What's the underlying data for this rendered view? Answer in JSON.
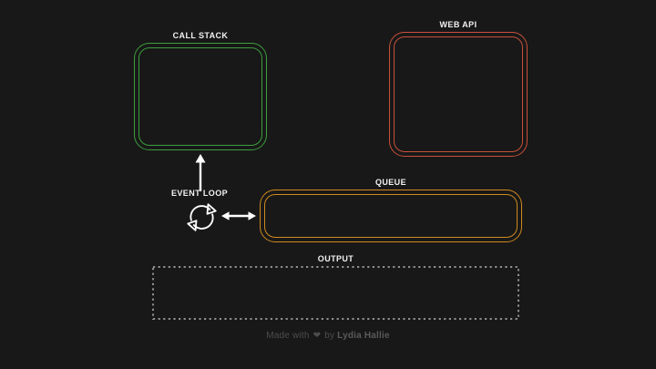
{
  "page": {
    "background": "#181818",
    "label_color": "#f2f2f2"
  },
  "call_stack": {
    "label": "CALL STACK",
    "color": "#3c9e3c"
  },
  "web_api": {
    "label": "WEB API",
    "color": "#c8503a"
  },
  "queue": {
    "label": "QUEUE",
    "color": "#cf8a1e"
  },
  "event_loop": {
    "label": "EVENT LOOP",
    "icon": "cycle-arrows-icon",
    "arrow_color": "#ffffff"
  },
  "output": {
    "label": "OUTPUT",
    "color": "#8f8f8f"
  },
  "footer": {
    "prefix": "Made with",
    "heart_icon": "❤",
    "connector": "by",
    "author": "Lydia Hallie",
    "color": "#4d4d4d"
  }
}
